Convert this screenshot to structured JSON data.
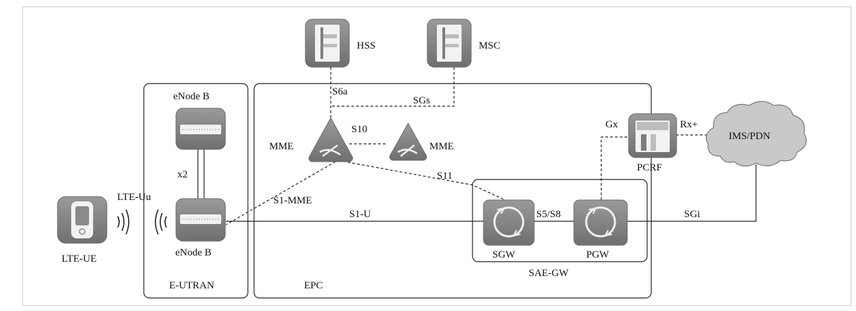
{
  "nodes": {
    "hss": "HSS",
    "msc": "MSC",
    "enodeb_top": "eNode B",
    "enodeb_bottom": "eNode B",
    "mme_left": "MME",
    "mme_right": "MME",
    "pcrf": "PCRF",
    "ims_pdn": "IMS/PDN",
    "sgw": "SGW",
    "pgw": "PGW",
    "lte_ue": "LTE-UE"
  },
  "regions": {
    "e_utran": "E-UTRAN",
    "epc": "EPC",
    "sae_gw": "SAE-GW"
  },
  "interfaces": {
    "s6a": "S6a",
    "sgs": "SGs",
    "s10": "S10",
    "s11": "S11",
    "gx": "Gx",
    "rx_plus": "Rx+",
    "x2": "x2",
    "lte_uu": "LTE-Uu",
    "s1_mme": "S1-MME",
    "s1_u": "S1-U",
    "s5_s8": "S5/S8",
    "sgi": "SGi"
  }
}
